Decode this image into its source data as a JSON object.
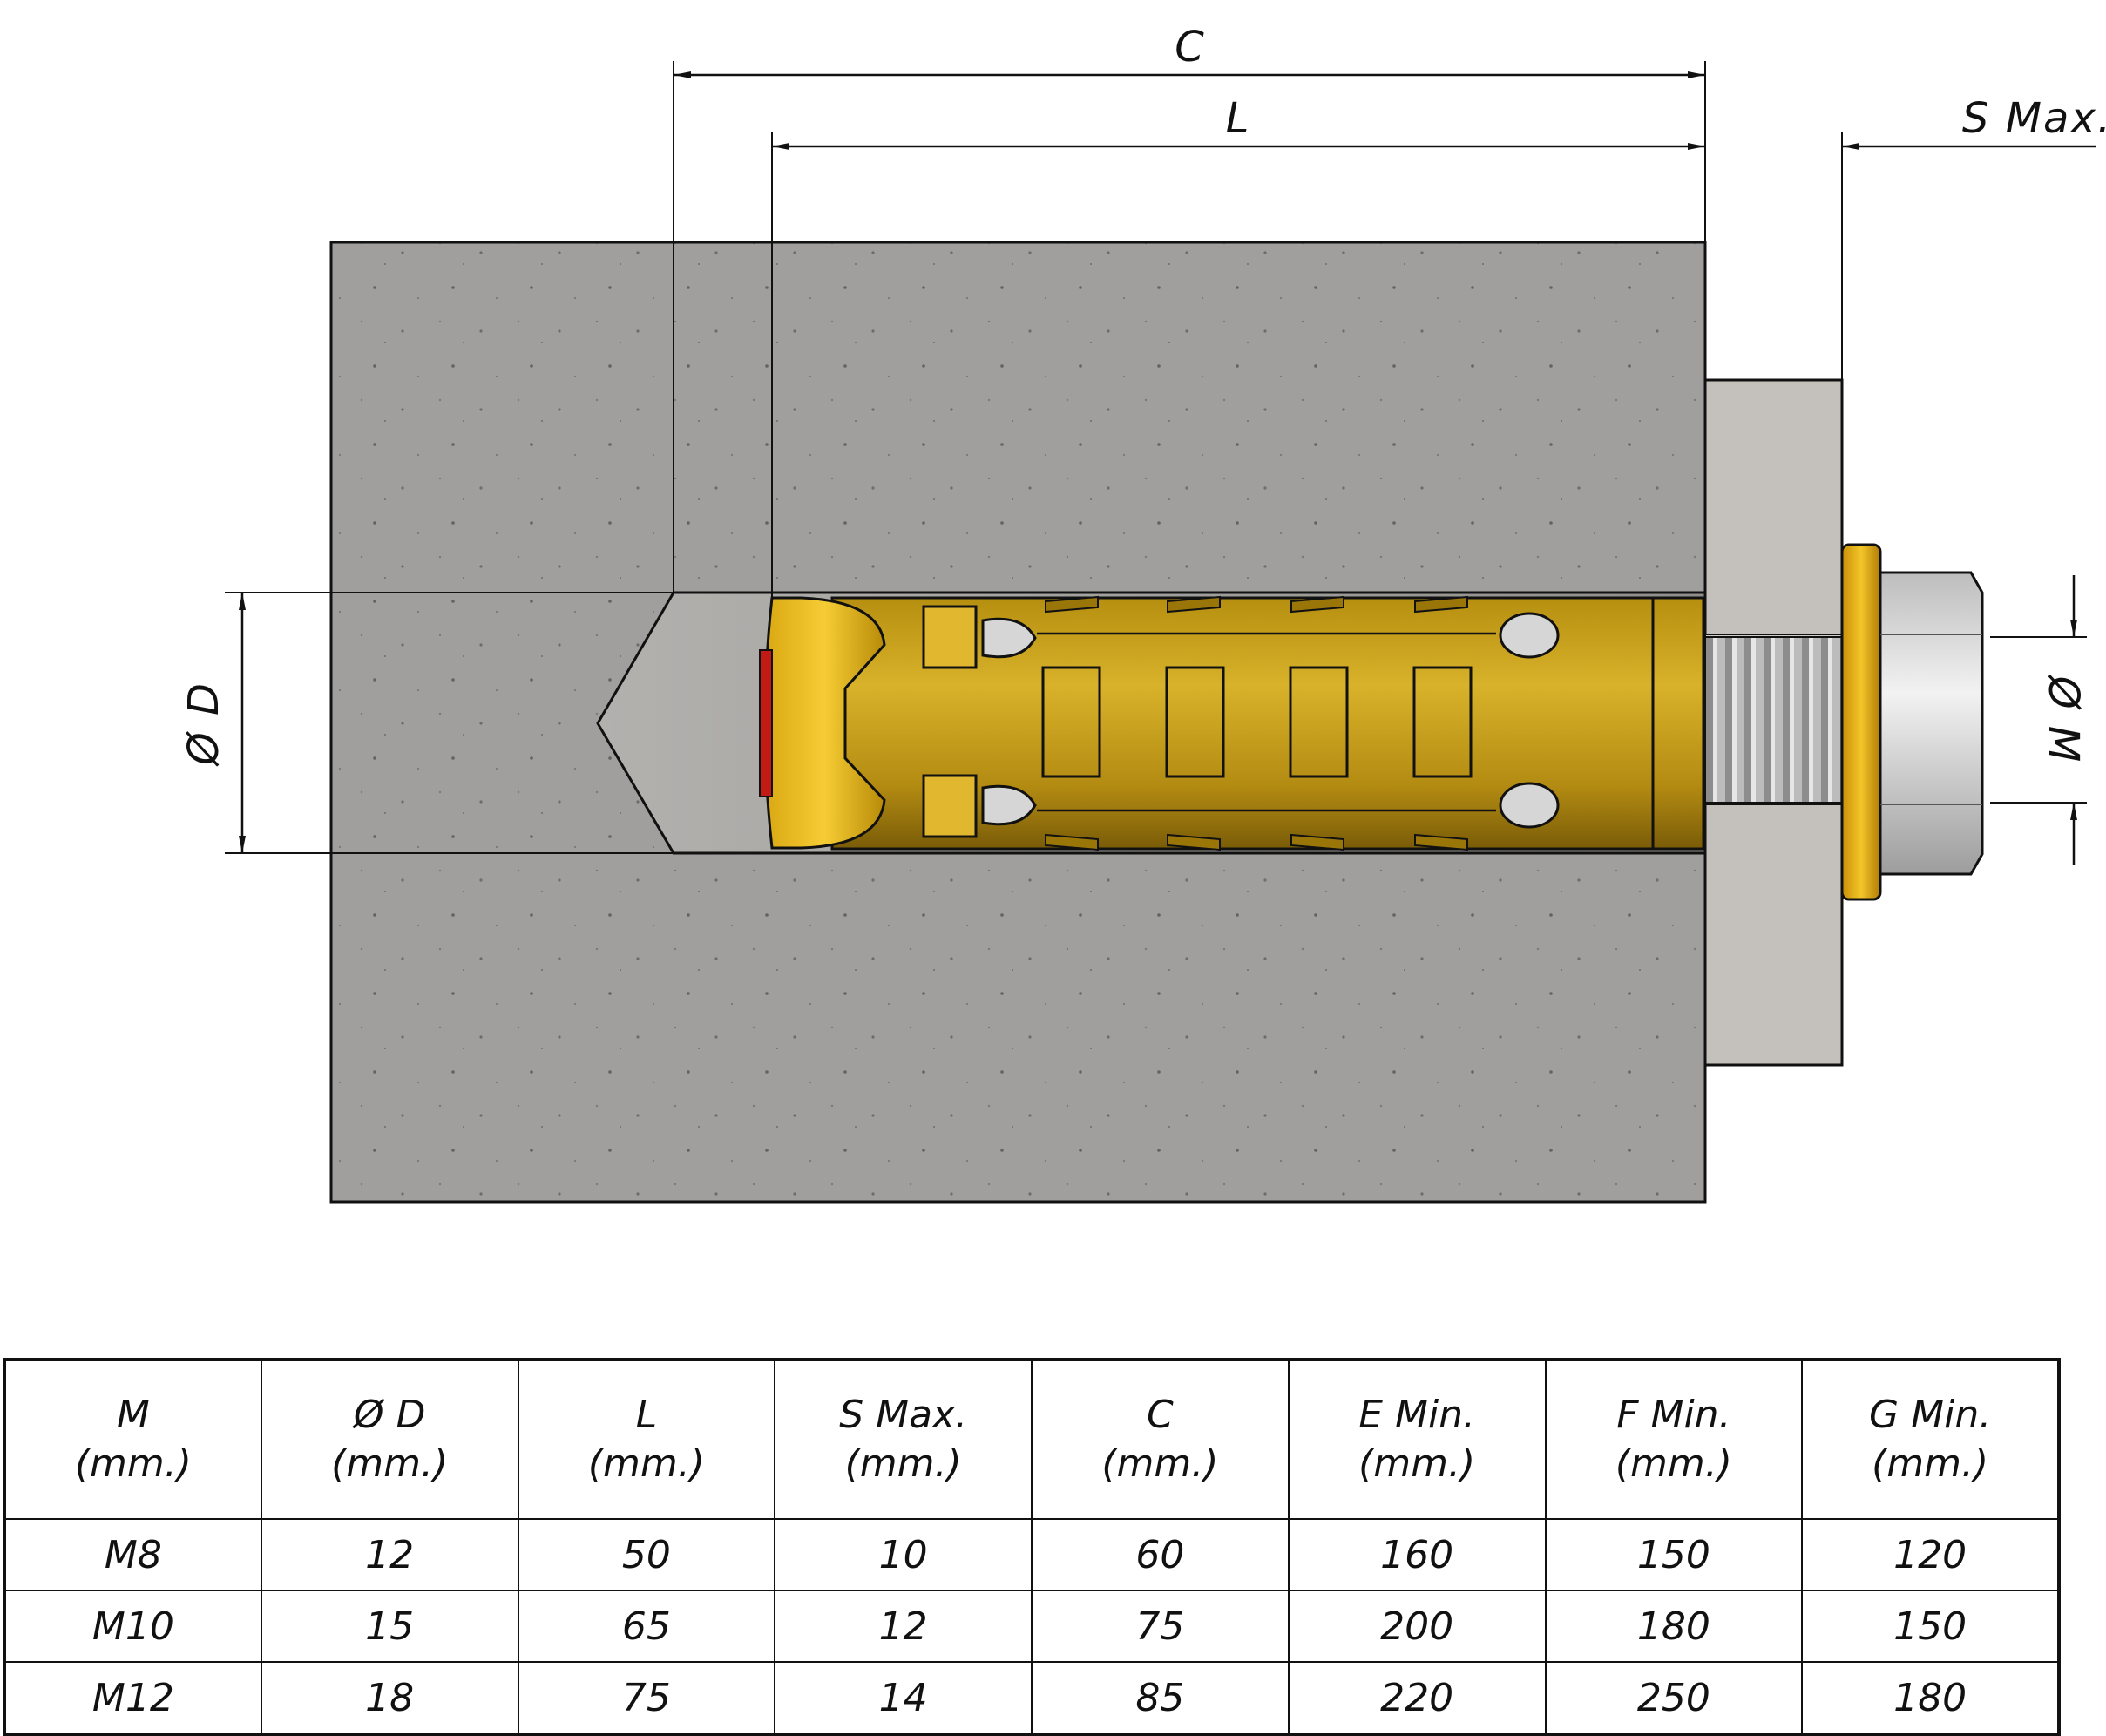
{
  "diagram": {
    "dimensions": {
      "C": "C",
      "L": "L",
      "S": "S Max.",
      "D": "Ø D",
      "M": "Ø M"
    }
  },
  "table": {
    "headers": [
      {
        "name": "M",
        "unit": "(mm.)"
      },
      {
        "name": "Ø D",
        "unit": "(mm.)"
      },
      {
        "name": "L",
        "unit": "(mm.)"
      },
      {
        "name": "S Max.",
        "unit": "(mm.)"
      },
      {
        "name": "C",
        "unit": "(mm.)"
      },
      {
        "name": "E Min.",
        "unit": "(mm.)"
      },
      {
        "name": "F Min.",
        "unit": "(mm.)"
      },
      {
        "name": "G Min.",
        "unit": "(mm.)"
      }
    ],
    "rows": [
      [
        "M8",
        "12",
        "50",
        "10",
        "60",
        "160",
        "150",
        "120"
      ],
      [
        "M10",
        "15",
        "65",
        "12",
        "75",
        "200",
        "180",
        "150"
      ],
      [
        "M12",
        "18",
        "75",
        "14",
        "85",
        "220",
        "250",
        "180"
      ]
    ]
  },
  "colors": {
    "concrete": "#9e9d9b",
    "plate": "#c4c1bc",
    "anchor": "#c9a21c",
    "washer": "#e8b81c",
    "nut": "#d9d9d9",
    "line": "#111111"
  }
}
